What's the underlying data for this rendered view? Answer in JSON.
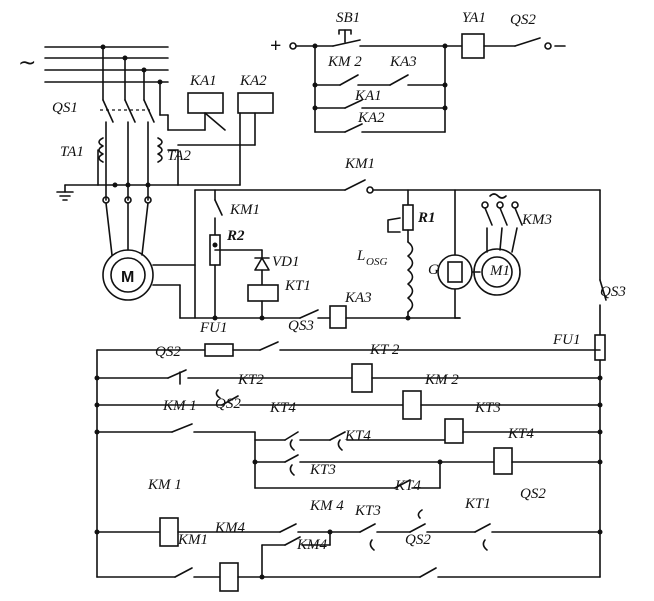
{
  "labels": {
    "SB1": "SB1",
    "YA1": "YA1",
    "QS2_top": "QS2",
    "plus": "+",
    "minus": "−",
    "KM2_top": "KM 2",
    "KA3_top": "KA3",
    "KA1_top": "KA1",
    "KA2_top": "KA2",
    "tilde": "~",
    "KA1_coil": "KA1",
    "KA2_coil": "KA2",
    "QS1": "QS1",
    "TA1": "TA1",
    "TA2": "TA2",
    "KM1_top": "KM1",
    "KM1_mid": "KM1",
    "R2": "R2",
    "VD1": "VD1",
    "KT1_coil": "KT1",
    "FU1_left": "FU1",
    "QS3_mid": "QS3",
    "KA3_mid": "KA3",
    "R1": "R1",
    "Losg": "L",
    "Losg_sub": "OSG",
    "G": "G",
    "M1": "M1",
    "KM3": "KM3",
    "QS3_right": "QS3",
    "FU1_right": "FU1",
    "M_letter": "M",
    "QS2_r1": "QS2",
    "KT2_r1": "KT 2",
    "KT2_r2": "KT2",
    "KM2_r2": "KM 2",
    "KM1_r3": "KM 1",
    "QS2_r3": "QS2",
    "KT4_r3": "KT4",
    "KT3_r3": "KT3",
    "KT4_r4": "KT4",
    "KT4_r4b": "KT4",
    "KT3_r5": "KT3",
    "KT4_r5": "KT4",
    "KM1_lbl": "KM 1",
    "KM4_r6": "KM 4",
    "KT3_r6": "KT3",
    "KT1_r6": "KT1",
    "QS2_r6": "QS2",
    "KM1_r7": "KM1",
    "KM4_r7": "KM4",
    "KM4_r7b": "KM4",
    "QS2_r7": "QS2"
  }
}
